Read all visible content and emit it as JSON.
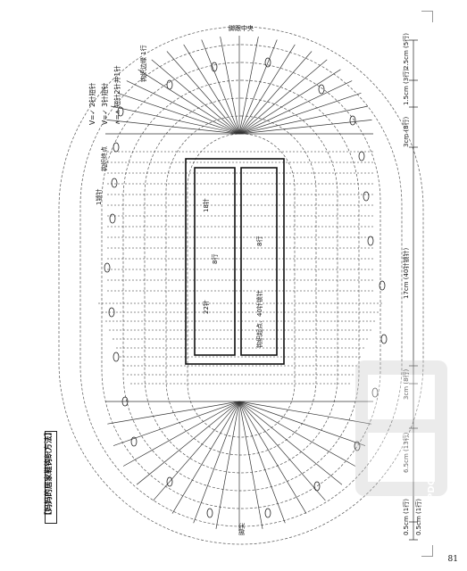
{
  "page": {
    "number": "81"
  },
  "title": "【妈妈的居家鞋钩织方法】",
  "watermark": "PDG",
  "legend": {
    "row1": "V=✓ 2针短针",
    "row2": "V=✓ 3针短针",
    "row3": "∧=∧ 短针2针并1针"
  },
  "labels": {
    "border": "钩织边缘\n1行",
    "heel_center": "脚跟中央",
    "crochet_end": "钩织终点",
    "chain": "1锁针",
    "stitches_18": "18针",
    "stitches_22": "22针",
    "rows_8a": "8行",
    "rows_8b": "8行",
    "start": "钩织起点、40针锁针",
    "toe": "脚尖"
  },
  "dimensions": [
    {
      "cm": "0.5cm",
      "rows": "(1行)"
    },
    {
      "cm": "2.5cm",
      "rows": "(5行)"
    },
    {
      "cm": "1.5cm",
      "rows": "(3行)"
    },
    {
      "cm": "3cm",
      "rows": "(8行)"
    },
    {
      "cm": "17cm",
      "rows": "(40针锁针)"
    },
    {
      "cm": "3cm",
      "rows": "(8行)"
    },
    {
      "cm": "6.5cm",
      "rows": "(13行)"
    },
    {
      "cm": "0.5cm",
      "rows": "(1行)"
    }
  ]
}
